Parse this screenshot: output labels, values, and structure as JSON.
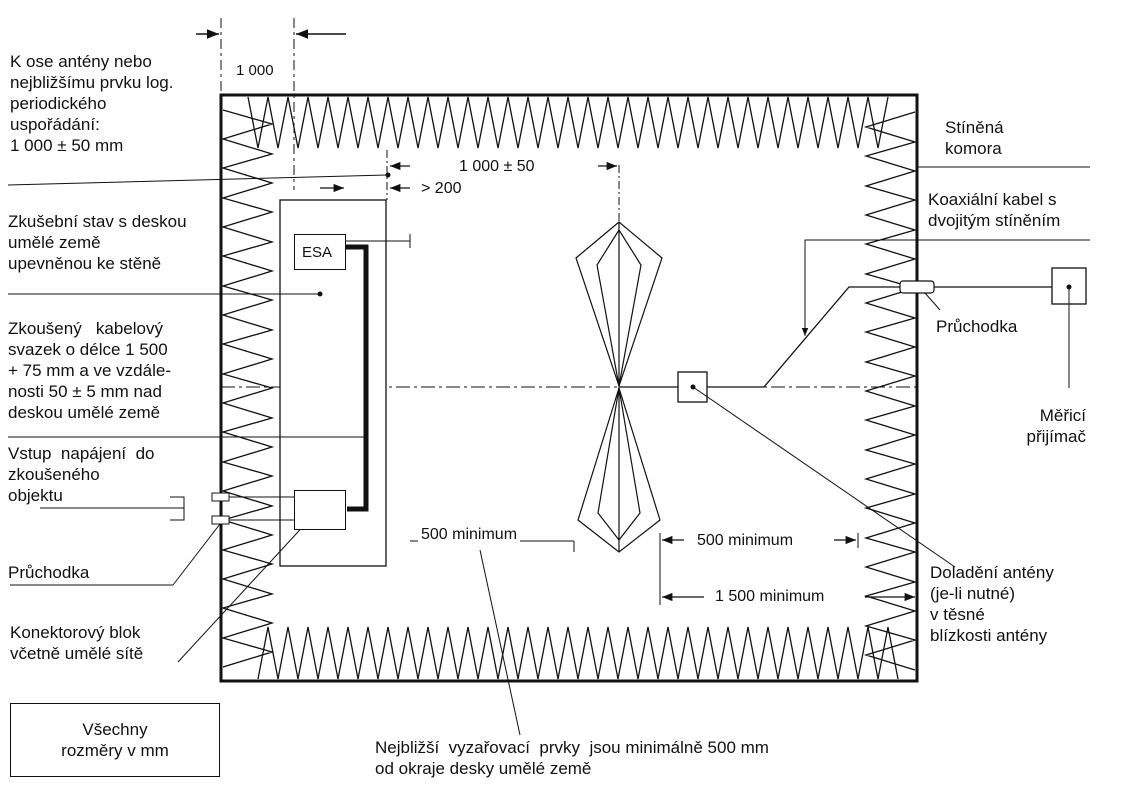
{
  "labels": {
    "axis_distance": [
      "K ose antény nebo",
      "nejbližšímu prvku log.",
      "periodického",
      "uspořádání:",
      "1 000 ± 50 mm"
    ],
    "top_dim": "1 000",
    "shielded_chamber": [
      "Stíněná",
      "komora"
    ],
    "test_bench": [
      "Zkušební stav s deskou",
      "umělé země",
      "upevněnou ke stěně"
    ],
    "coax_cable": [
      "Koaxiální kabel s",
      "dvojitým stíněním"
    ],
    "feedthrough_right": "Průchodka",
    "cable_harness": [
      "Zkoušený   kabelový",
      "svazek o délce 1 500",
      "+ 75 mm a ve vzdále-",
      "nosti 50 ± 5 mm nad",
      "deskou umělé země"
    ],
    "receiver": [
      "Měřicí",
      "přijímač"
    ],
    "power_input": [
      "Vstup  napájení  do",
      "zkoušeného",
      "objektu"
    ],
    "feedthrough_left": "Průchodka",
    "connector_block": [
      "Konektorový blok",
      "včetně umělé sítě"
    ],
    "antenna_tuning": [
      "Doladění antény",
      "(je-li nutné)",
      "v těsné",
      "blízkosti antény"
    ],
    "legend": [
      "Všechny",
      "rozměry v mm"
    ],
    "nearest_elements": [
      "Nejbližší  vyzařovací  prvky  jsou minimálně 500 mm",
      "od okraje desky umělé země"
    ],
    "esa": "ESA"
  },
  "dimensions": {
    "antenna_dist": "1 000 ± 50",
    "gt200": "> 200",
    "min500_left": "500 minimum",
    "min500_right": "500 minimum",
    "min1500": "1 500 minimum"
  }
}
